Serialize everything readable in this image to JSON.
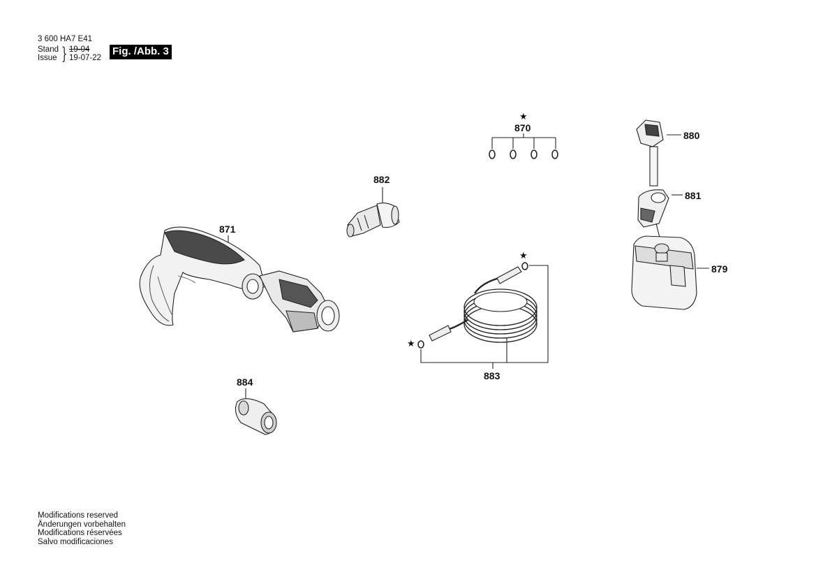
{
  "header": {
    "doc_number": "3 600 HA7 E41",
    "stand_label": "Stand",
    "issue_label": "Issue",
    "stand_value": "19-04",
    "issue_value": "19-07-22",
    "figure_label": "Fig. /Abb. 3"
  },
  "parts": {
    "p870": "870",
    "p871": "871",
    "p879": "879",
    "p880": "880",
    "p881": "881",
    "p882": "882",
    "p883": "883",
    "p884": "884"
  },
  "star_symbol": "★",
  "footer": {
    "lines": [
      "Modifications reserved",
      "Änderungen vorbehalten",
      "Modifications réservées",
      "Salvo modificaciones"
    ]
  }
}
